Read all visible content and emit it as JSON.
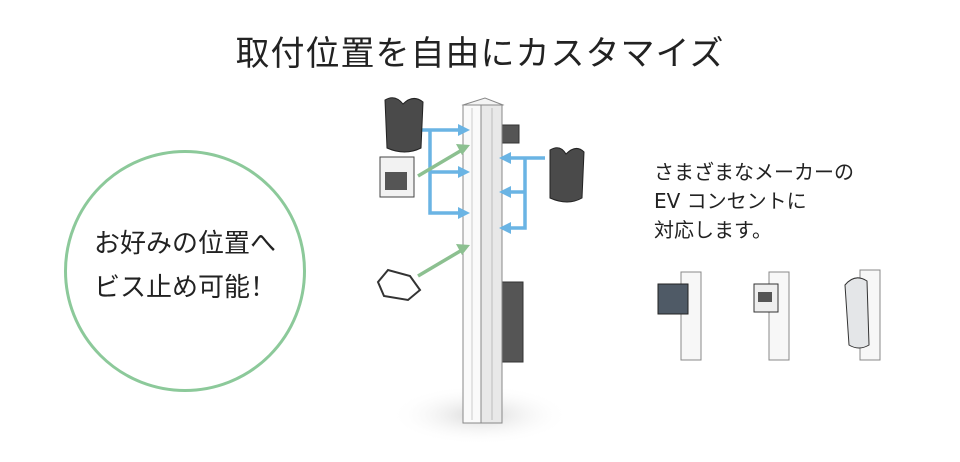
{
  "title": "取付位置を自由にカスタマイズ",
  "circle_text": {
    "line1": "お好みの位置へ",
    "line2": "ビス止め可能！"
  },
  "note": {
    "line1": "さまざまなメーカーの",
    "line2": "EV コンセントに",
    "line3": "対応します。"
  },
  "colors": {
    "circle": "#8cc99a",
    "blue_arrow": "#6ab4e4",
    "green_arrow": "#8cc090"
  }
}
